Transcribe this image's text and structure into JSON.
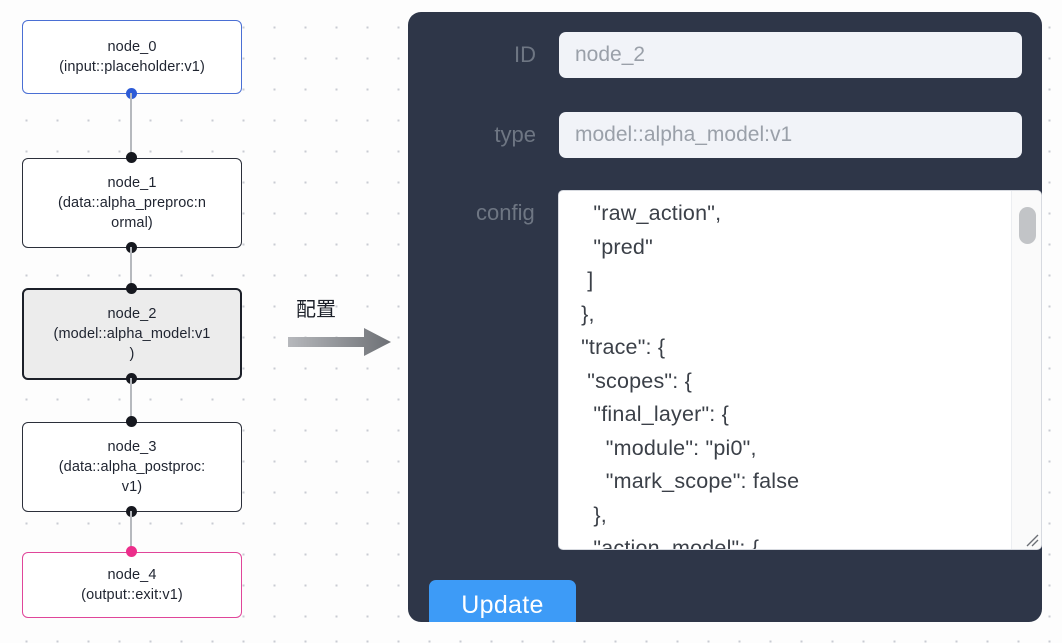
{
  "graph": {
    "nodes": [
      {
        "id": "node_0",
        "label": "node_0\n(input::placeholder:v1)",
        "state": "input",
        "border_color": "#4a6fd4",
        "handle_color": "#2d5bd7"
      },
      {
        "id": "node_1",
        "label": "node_1\n(data::alpha_preproc:n\normal)",
        "state": "default",
        "border_color": "#2b2f3a",
        "handle_color": "#16181f"
      },
      {
        "id": "node_2",
        "label": "node_2\n(model::alpha_model:v1\n)",
        "state": "selected",
        "border_color": "#1c2029",
        "handle_color": "#16181f"
      },
      {
        "id": "node_3",
        "label": "node_3\n(data::alpha_postproc:\nv1)",
        "state": "default",
        "border_color": "#2b2f3a",
        "handle_color": "#16181f"
      },
      {
        "id": "node_4",
        "label": "node_4\n(output::exit:v1)",
        "state": "output",
        "border_color": "#e0469a",
        "handle_color": "#ec2e8b"
      }
    ]
  },
  "transition": {
    "caption": "配置",
    "arrow_color": "#8a8d93"
  },
  "panel": {
    "background": "#2e3648",
    "fields": [
      {
        "label": "ID",
        "value": "node_2"
      },
      {
        "label": "type",
        "value": "model::alpha_model:v1"
      }
    ],
    "config": {
      "label": "config",
      "value": "    \"raw_action\",\n    \"pred\"\n   ]\n  },\n  \"trace\": {\n   \"scopes\": {\n    \"final_layer\": {\n      \"module\": \"pi0\",\n      \"mark_scope\": false\n    },\n    \"action_model\": {"
    },
    "update_button": {
      "label": "Update",
      "color": "#3d9bf7"
    }
  }
}
